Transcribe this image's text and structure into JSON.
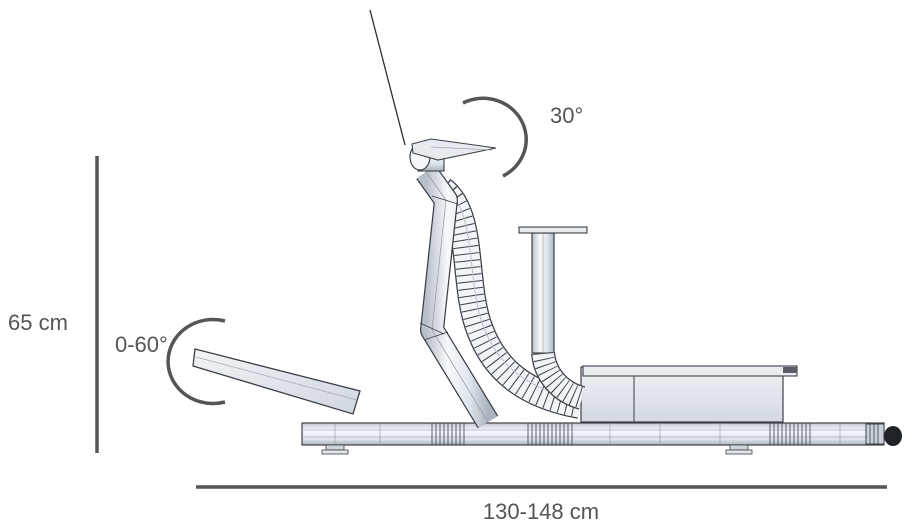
{
  "labels": {
    "height": "65 cm",
    "foot_angle": "0-60°",
    "wheel_angle": "30°",
    "length": "130-148 cm"
  },
  "colors": {
    "dimension": "#555555",
    "frame_light": "#f6f8fb",
    "frame_mid": "#dde3ea",
    "frame_shadow": "#b4bcc6",
    "outline": "#3c4046",
    "accent": "#1f2226"
  }
}
